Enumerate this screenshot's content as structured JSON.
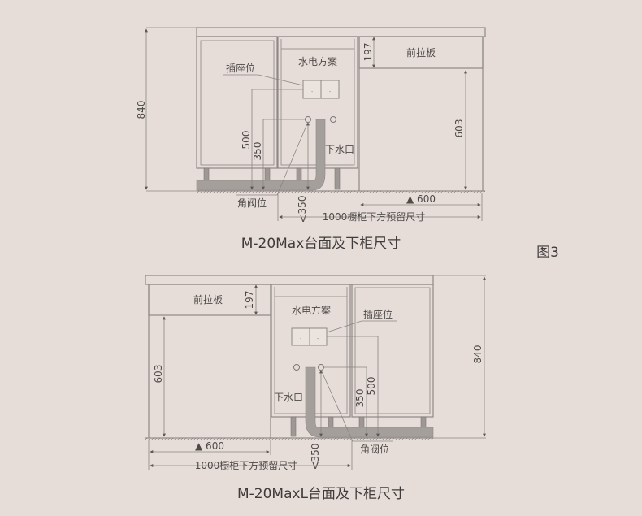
{
  "figure_label": "图3",
  "colors": {
    "background": "#e6ddd8",
    "line": "#7d7774",
    "pipe": "#a59f9c"
  },
  "top": {
    "caption": "M-20Max台面及下柜尺寸",
    "socket_label": "插座位",
    "plan_label": "水电方案",
    "front_panel_label": "前拉板",
    "drain_label": "下水口",
    "valve_label": "角阀位",
    "dim_height": "840",
    "dim_panel": "197",
    "dim_opening": "603",
    "dim_socket": "500",
    "dim_valve": "350",
    "dim_drain_offset": "350",
    "drain_arrow": "V",
    "dim_width": "▲ 600",
    "dim_reserve": "1000橱柜下方预留尺寸"
  },
  "bottom": {
    "caption": "M-20MaxL台面及下柜尺寸",
    "socket_label": "插座位",
    "plan_label": "水电方案",
    "front_panel_label": "前拉板",
    "drain_label": "下水口",
    "valve_label": "角阀位",
    "dim_height": "840",
    "dim_panel": "197",
    "dim_opening": "603",
    "dim_socket": "500",
    "dim_valve": "350",
    "dim_drain_offset": "350",
    "drain_arrow": "V",
    "dim_width": "▲ 600",
    "dim_reserve": "1000橱柜下方预留尺寸"
  }
}
